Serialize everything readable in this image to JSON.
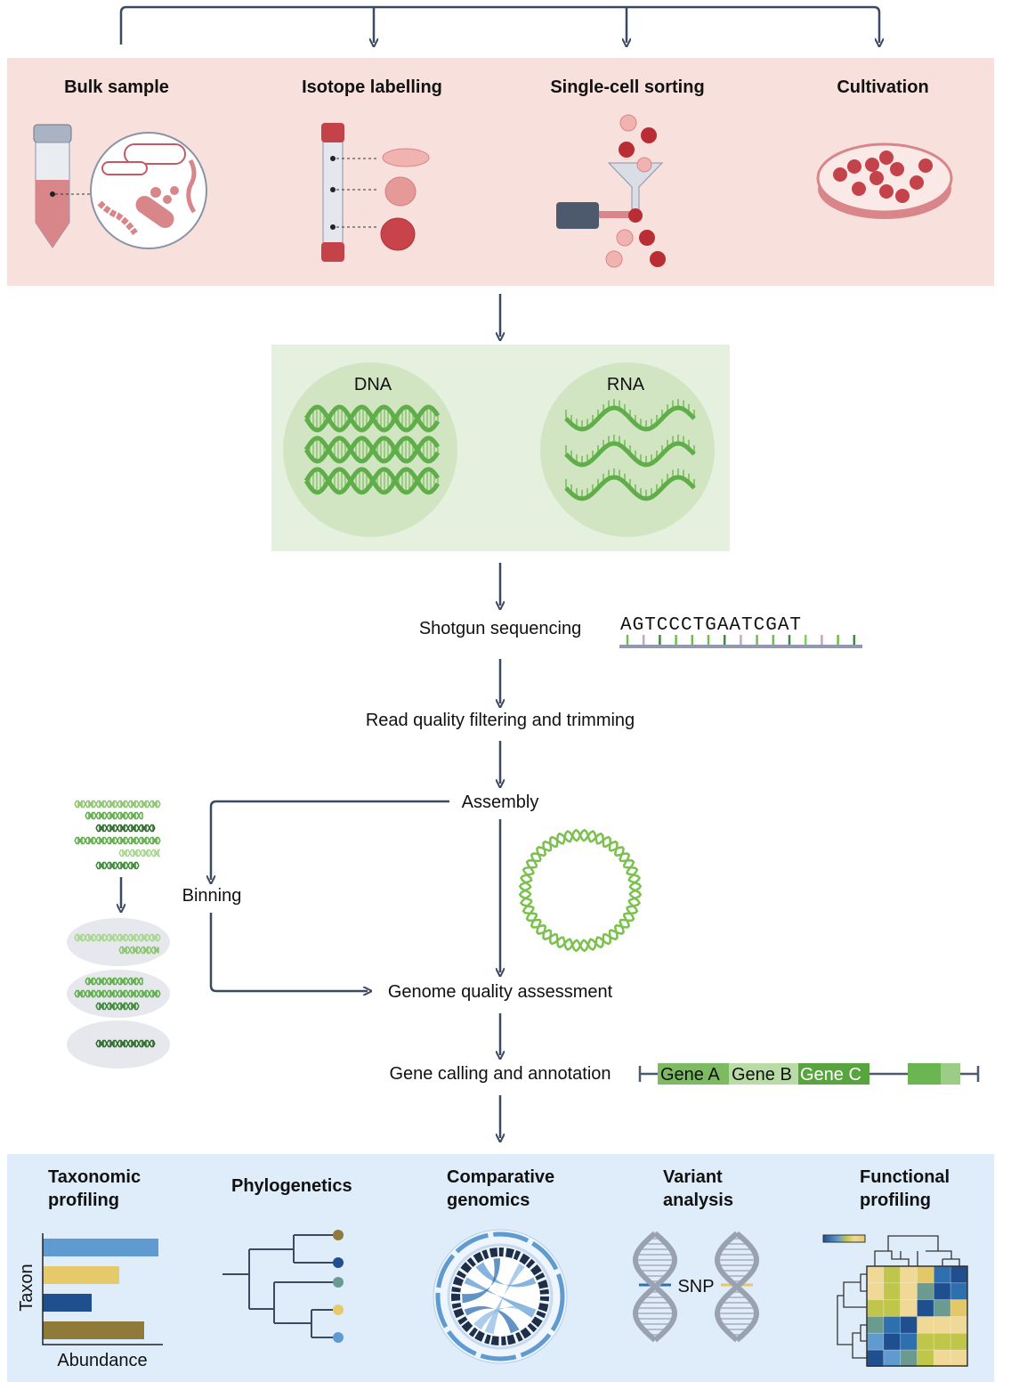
{
  "sources": {
    "items": [
      {
        "label": "Bulk sample"
      },
      {
        "label": "Isotope labelling"
      },
      {
        "label": "Single-cell sorting"
      },
      {
        "label": "Cultivation"
      }
    ]
  },
  "nucleic_acids": {
    "dna_label": "DNA",
    "rna_label": "RNA"
  },
  "steps": {
    "sequencing": "Shotgun sequencing",
    "sequence": "AGTCCCTGAATCGAT",
    "filtering": "Read quality filtering and trimming",
    "assembly": "Assembly",
    "binning": "Binning",
    "quality": "Genome quality assessment",
    "gene_calling": "Gene calling and annotation"
  },
  "genes": [
    "Gene A",
    "Gene B",
    "Gene C"
  ],
  "analyses": {
    "taxonomic": [
      "Taxonomic",
      "profiling"
    ],
    "phylogenetics": [
      "Phylogenetics"
    ],
    "comparative": [
      "Comparative",
      "genomics"
    ],
    "variant": [
      "Variant",
      "analysis"
    ],
    "functional": [
      "Functional",
      "profiling"
    ],
    "taxon_axis": "Taxon",
    "abundance_axis": "Abundance",
    "snp_label": "SNP"
  },
  "colors": {
    "pink_panel": "#f8e1dc",
    "green_panel": "#e6f0df",
    "blue_panel": "#deedf9",
    "arrow": "#3b4a63",
    "green": "#5fae4a"
  }
}
